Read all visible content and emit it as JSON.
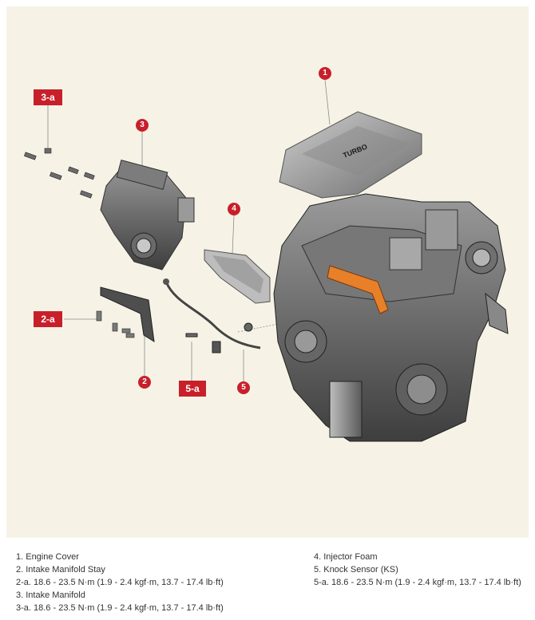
{
  "callouts": {
    "c1": "1",
    "c2": "2",
    "c3": "3",
    "c4": "4",
    "c5": "5",
    "b3a": "3-a",
    "b2a": "2-a",
    "b5a": "5-a"
  },
  "cover_text": "TURBO",
  "legend": {
    "left": [
      "1. Engine Cover",
      "2. Intake Manifold Stay",
      "2-a. 18.6 - 23.5 N·m (1.9 - 2.4 kgf·m, 13.7 - 17.4 lb·ft)",
      "3. Intake Manifold",
      "3-a. 18.6 - 23.5 N·m (1.9 - 2.4 kgf·m, 13.7 - 17.4 lb·ft)"
    ],
    "right": [
      "4. Injector Foam",
      "5. Knock Sensor (KS)",
      "5-a. 18.6 - 23.5 N·m (1.9 - 2.4 kgf·m, 13.7 - 17.4 lb·ft)"
    ]
  },
  "colors": {
    "callout": "#c8202b",
    "background": "#f6f3e6",
    "injector_foam_orange": "#e8802a"
  }
}
